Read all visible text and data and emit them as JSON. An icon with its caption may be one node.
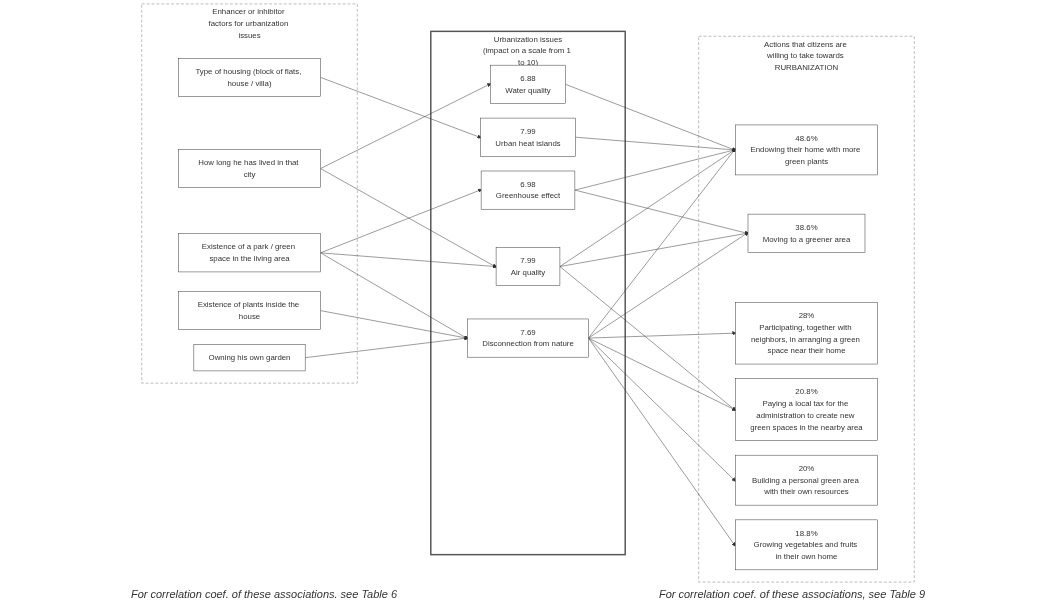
{
  "diagram": {
    "nodes": [
      {
        "text": [
          "Enhancer or inhibitor factors for urbanization issues"
        ]
      },
      {
        "text": [
          "How long he has lived in that city"
        ],
        "in": 0
      },
      {
        "text": [
          "Existence of a park / green space in the living area"
        ],
        "in": 0
      },
      {
        "text": [
          "Type of housing (block of flats, house / villa)"
        ],
        "in": 0
      },
      {
        "text": [
          "Owning his own garden"
        ],
        "in": 0
      },
      {
        "text": [
          "Existence of plants inside the house"
        ],
        "in": 0
      },
      {
        "text": [
          "Urbanization issues",
          "(impact on a scale from 1 to 10)"
        ]
      },
      {
        "text": [
          "7.99",
          "Air quality"
        ],
        "in": 6
      },
      {
        "text": [
          "7.69",
          "Disconnection from nature"
        ],
        "in": 6
      },
      {
        "text": [
          "6.98",
          "Greenhouse effect"
        ],
        "in": 6
      },
      {
        "text": [
          "7.99",
          "Urban heat islands"
        ],
        "in": 6
      },
      {
        "text": [
          "6.88",
          "Water quality"
        ],
        "in": 6
      },
      {
        "text": [
          "Actions that citizens are willing to take towards RURBANIZATION"
        ]
      },
      {
        "text": [
          "48.6%",
          "Endowing their home with more green plants"
        ],
        "in": 12
      },
      {
        "text": [
          "38.6%",
          "Moving to a greener area"
        ],
        "in": 12
      },
      {
        "text": [
          "28%",
          "Participating, together with neighbors, in arranging a green space near their home"
        ],
        "in": 12
      },
      {
        "text": [
          "20.8%",
          "Paying a local tax for the administration to create new green spaces in the nearby area"
        ],
        "in": 12
      },
      {
        "text": [
          "20%",
          "Building a personal green area with their own resources"
        ],
        "in": 12
      },
      {
        "text": [
          "18.8%",
          "Growing vegetables and fruits in their own home"
        ],
        "in": 12
      }
    ],
    "edges": [
      {
        "from": 1,
        "to": 7,
        "arrow": "to"
      },
      {
        "from": 1,
        "to": 11,
        "arrow": "to"
      },
      {
        "from": 2,
        "to": 7,
        "arrow": "to"
      },
      {
        "from": 2,
        "to": 8,
        "arrow": "to"
      },
      {
        "from": 2,
        "to": 9,
        "arrow": "to"
      },
      {
        "from": 3,
        "to": 10,
        "arrow": "to"
      },
      {
        "from": 4,
        "to": 8,
        "arrow": "to"
      },
      {
        "from": 5,
        "to": 8,
        "arrow": "to"
      },
      {
        "from": 7,
        "to": 13,
        "arrow": "to"
      },
      {
        "from": 7,
        "to": 14,
        "arrow": "to"
      },
      {
        "from": 7,
        "to": 16,
        "arrow": "to"
      },
      {
        "from": 8,
        "to": 13,
        "arrow": "to"
      },
      {
        "from": 8,
        "to": 14,
        "arrow": "to"
      },
      {
        "from": 8,
        "to": 15,
        "arrow": "to"
      },
      {
        "from": 8,
        "to": 16,
        "arrow": "to"
      },
      {
        "from": 8,
        "to": 17,
        "arrow": "to"
      },
      {
        "from": 8,
        "to": 18,
        "arrow": "to"
      },
      {
        "from": 9,
        "to": 13,
        "arrow": "to"
      },
      {
        "from": 9,
        "to": 14,
        "arrow": "to"
      },
      {
        "from": 10,
        "to": 13,
        "arrow": "to"
      },
      {
        "from": 11,
        "to": 13,
        "arrow": "to"
      }
    ],
    "labels": [
      "For correlation coef. of these associations. see Table 6",
      "For correlation coef. of these associations, see Table 9"
    ]
  }
}
